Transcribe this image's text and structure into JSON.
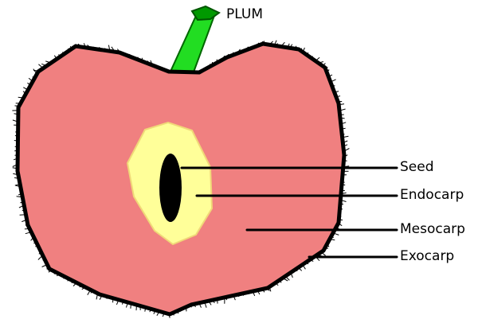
{
  "title": "PLUM",
  "labels": {
    "seed": "Seed",
    "endocarp": "Endocarp",
    "mesocarp": "Mesocarp",
    "exocarp": "Exocarp"
  },
  "colors": {
    "exocarp_outline": "#000000",
    "mesocarp_flesh": "#f08080",
    "endocarp_pit": "#ffff99",
    "seed": "#000000",
    "stem": "#22dd22",
    "stem_tip": "#009900"
  }
}
